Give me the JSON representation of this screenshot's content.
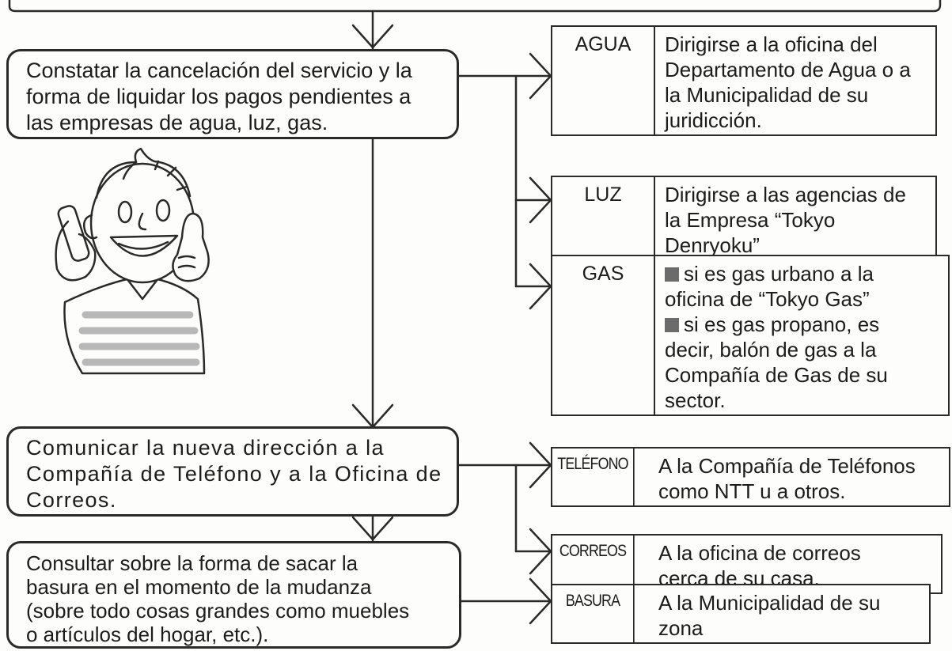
{
  "steps": {
    "utilities": [
      "Constatar la cancelación del servicio y la",
      "forma de liquidar los pagos pendientes a",
      "las empresas de agua, luz, gas."
    ],
    "address": [
      "Comunicar la nueva dirección a la",
      "Compañía de Teléfono y a la Oficina de",
      "Correos."
    ],
    "garbage": [
      "Consultar sobre la forma de sacar la",
      "basura en el momento de la mudanza",
      "(sobre todo cosas grandes como muebles",
      "o artículos del hogar, etc.)."
    ]
  },
  "services": {
    "agua": {
      "category": "AGUA",
      "lines": [
        "Dirigirse a la oficina del",
        "Departamento de Agua o a",
        "la Municipalidad de su",
        "juridicción."
      ]
    },
    "luz": {
      "category": "LUZ",
      "lines": [
        "Dirigirse a las agencias de",
        "la Empresa “Tokyo",
        "Denryoku”"
      ]
    },
    "gas": {
      "category": "GAS",
      "lines": [
        "si es gas urbano a la",
        "oficina de “Tokyo Gas”",
        "si es gas propano, es",
        "decir, balón de gas a la",
        "Compañía de Gas de su",
        "sector."
      ]
    },
    "telefono": {
      "category": "TELÉFONO",
      "lines": [
        "A la Compañía de Teléfonos",
        "como NTT u a otros."
      ]
    },
    "correos": {
      "category": "CORREOS",
      "lines": [
        "A la oficina de correos",
        "cerca de su casa."
      ]
    },
    "basura": {
      "category": "BASURA",
      "lines": [
        "A la Municipalidad de su",
        "zona"
      ]
    }
  },
  "illustration": {
    "icon": "man-on-phone-thumbs-up-illustration"
  },
  "colors": {
    "ink": "#2a2a2a",
    "paper": "#fdfdfb",
    "bullet": "#6b6b6b",
    "stripes": "#b8b8b8"
  }
}
